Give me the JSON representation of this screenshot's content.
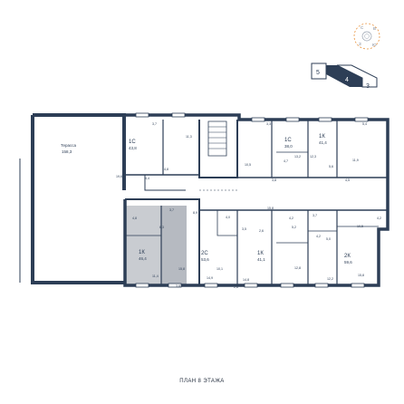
{
  "colors": {
    "wall": "#2d3e56",
    "highlight_fill": "#c9ccd1",
    "highlight_fill_dark": "#b6bac1",
    "label": "#2d3e56",
    "compass_accent": "#e8913a"
  },
  "compass": {
    "labels": [
      "С",
      "В",
      "Ю",
      "З"
    ]
  },
  "section_plan": {
    "labels": [
      "5",
      "4",
      "3"
    ],
    "active": "4"
  },
  "terrace": {
    "name": "Терасса",
    "area": "158,3"
  },
  "apartments": [
    {
      "type": "1С",
      "area": "43,8"
    },
    {
      "type": "1С",
      "area": "38,0"
    },
    {
      "type": "1К",
      "area": "41,4"
    },
    {
      "type": "1К",
      "area": "46,4"
    },
    {
      "type": "2С",
      "area": "53,6"
    },
    {
      "type": "1К",
      "area": "41,1"
    },
    {
      "type": "2К",
      "area": "59,6"
    }
  ],
  "room_areas": [
    "3,7",
    "11,3",
    "19,6",
    "4,8",
    "4,4",
    "3,3",
    "10,5",
    "4,7",
    "13,2",
    "3,8",
    "5,4",
    "12,3",
    "5,6",
    "11,9",
    "4,5",
    "4,2",
    "4,8",
    "6,3",
    "3,7",
    "11,4",
    "15,8",
    "3,8",
    "8,9",
    "4,0",
    "10,1",
    "14,9",
    "2,6",
    "3,5",
    "15,8",
    "2,6",
    "14,8",
    "4,2",
    "5,2",
    "3,7",
    "12,8",
    "2,6",
    "5,0",
    "10,5",
    "4,2",
    "12,2",
    "15,8"
  ],
  "plan_title": "ПЛАН 8 ЭТАЖА"
}
